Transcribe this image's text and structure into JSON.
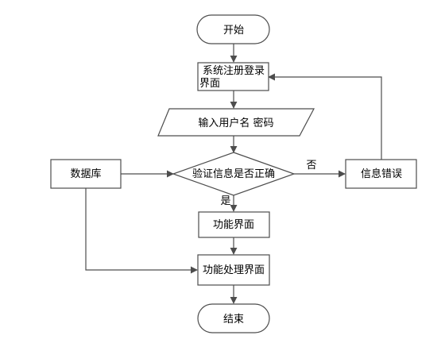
{
  "flowchart": {
    "nodes": {
      "start": "开始",
      "register_login_line1": "系统注册登录",
      "register_login_line2": "界面",
      "input_credentials": "输入用户名 密码",
      "verify": "验证信息是否正确",
      "database": "数据库",
      "info_error": "信息错误",
      "function_ui": "功能界面",
      "function_process_ui": "功能处理界面",
      "end": "结束"
    },
    "edge_labels": {
      "no": "否",
      "yes": "是"
    }
  }
}
